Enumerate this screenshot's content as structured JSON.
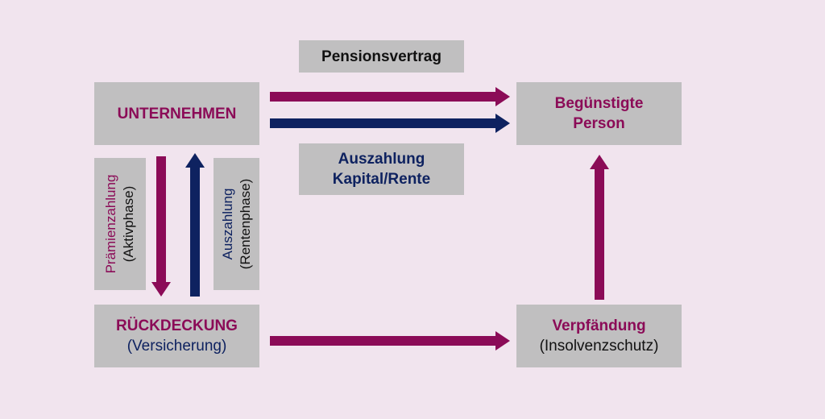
{
  "unternehmen": {
    "label": "UNTERNEHMEN"
  },
  "beguenstigte": {
    "line1": "Begünstigte",
    "line2": "Person"
  },
  "rueckdeckung": {
    "line1": "RÜCKDECKUNG",
    "line2": "(Versicherung)"
  },
  "verpfaendung": {
    "line1": "Verpfändung",
    "line2": "(Insolvenzschutz)"
  },
  "pensionsvertrag": {
    "label": "Pensionsvertrag"
  },
  "auszahlung_kapital": {
    "line1": "Auszahlung",
    "line2": "Kapital/Rente"
  },
  "praemienzahlung": {
    "line1": "Prämienzahlung",
    "line2": "(Aktivphase)"
  },
  "auszahlung_renten": {
    "line1": "Auszahlung",
    "line2": "(Rentenphase)"
  },
  "colors": {
    "magenta": "#8b0b57",
    "navy": "#0e2260",
    "box": "#c0bfc0",
    "background": "#f1e4ee"
  }
}
